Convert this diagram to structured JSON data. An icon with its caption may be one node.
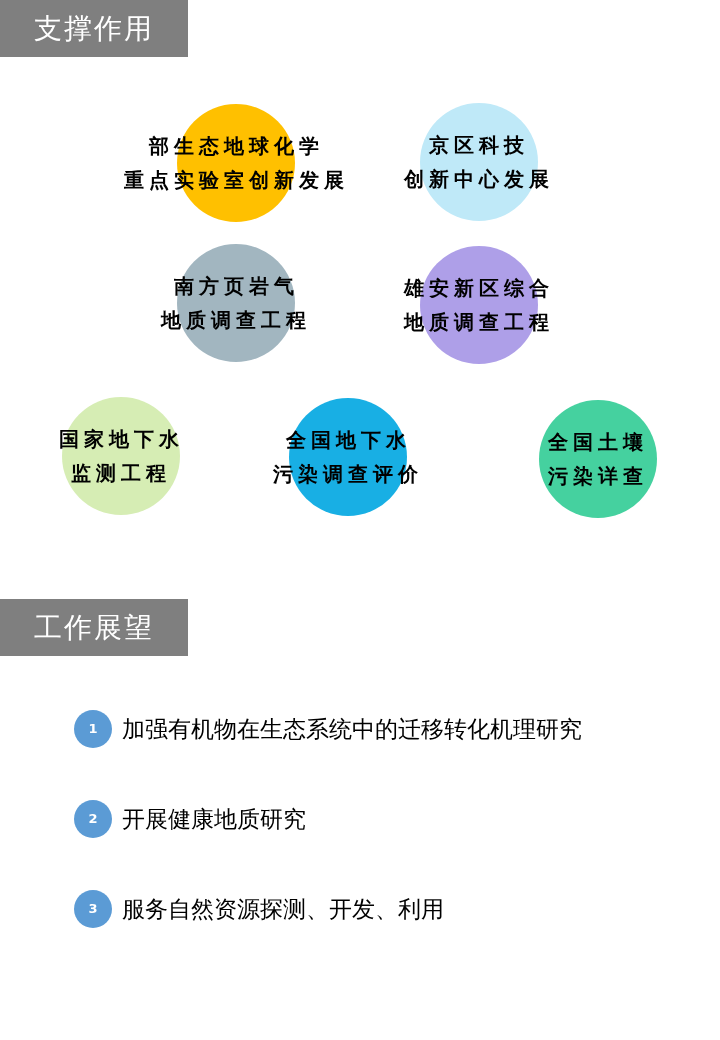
{
  "diagram": {
    "nodes": [
      {
        "text": [
          "支撑作用"
        ]
      },
      {
        "text": [
          "部生态地球化学重点实验室创新发展"
        ]
      },
      {
        "text": [
          "京区科技创新中心发展"
        ]
      },
      {
        "text": [
          "南方页岩气地质调查工程"
        ]
      },
      {
        "text": [
          "雄安新区综合地质调查工程"
        ]
      },
      {
        "text": [
          "国家地下水监测工程"
        ]
      },
      {
        "text": [
          "全国地下水污染调查评价"
        ]
      },
      {
        "text": [
          "全国土壤污染详查"
        ]
      },
      {
        "text": [
          "工作展望"
        ]
      },
      {
        "text": [
          "1"
        ],
        "beside": [
          "加强有机物在生态系统中的迁移转化机理研究"
        ]
      },
      {
        "text": [
          "2"
        ],
        "beside": [
          "开展健康地质研究"
        ]
      },
      {
        "text": [
          "3"
        ],
        "beside": [
          "服务自然资源探测、开发、利用"
        ]
      }
    ],
    "edges": []
  }
}
